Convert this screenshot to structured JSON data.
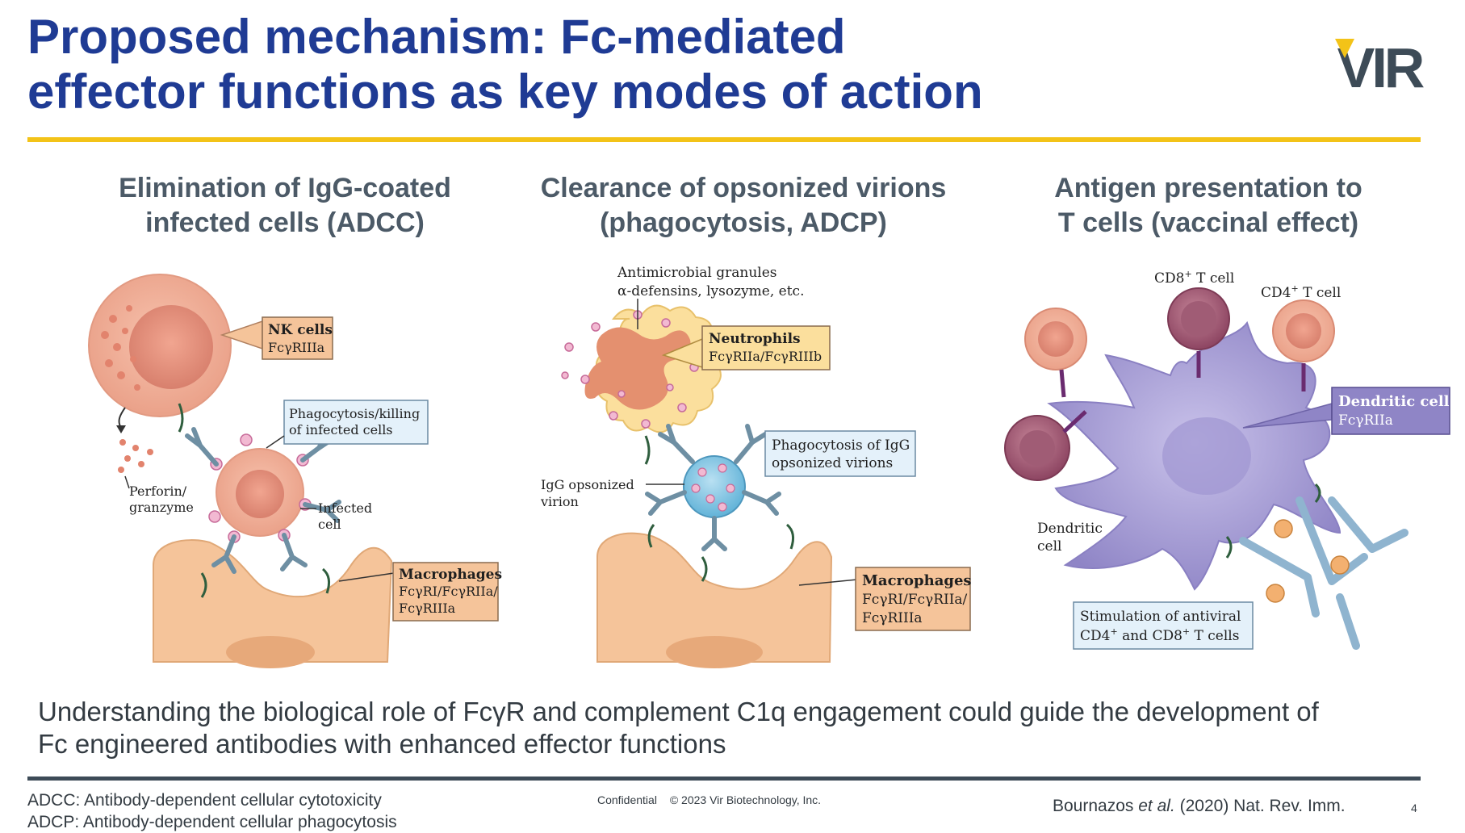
{
  "slide": {
    "title_line1": "Proposed mechanism: Fc-mediated",
    "title_line2": "effector functions as key modes of action",
    "logo_text": "VIR",
    "colors": {
      "title": "#1f3b94",
      "rule": "#f3c318",
      "heading": "#4c5a67",
      "text": "#333b42"
    }
  },
  "panels": [
    {
      "heading_line1": "Elimination of IgG-coated",
      "heading_line2": "infected cells (ADCC)",
      "labels": {
        "nk_title": "NK cells",
        "nk_receptor": "FcγRIIIa",
        "phago_line1": "Phagocytosis/killing",
        "phago_line2": "of infected cells",
        "perforin_line1": "Perforin/",
        "perforin_line2": "granzyme",
        "infected_line1": "Infected",
        "infected_line2": "cell",
        "mac_title": "Macrophages",
        "mac_line2": "FcγRI/FcγRIIa/",
        "mac_line3": "FcγRIIIa"
      }
    },
    {
      "heading_line1": "Clearance of opsonized virions",
      "heading_line2": "(phagocytosis, ADCP)",
      "labels": {
        "granules_line1": "Antimicrobial granules",
        "granules_line2": "α-defensins, lysozyme, etc.",
        "neut_title": "Neutrophils",
        "neut_receptor": "FcγRIIa/FcγRIIIb",
        "phago_line1": "Phagocytosis of IgG",
        "phago_line2": "opsonized virions",
        "virion_line1": "IgG opsonized",
        "virion_line2": "virion",
        "mac_title": "Macrophages",
        "mac_line2": "FcγRI/FcγRIIa/",
        "mac_line3": "FcγRIIIa"
      }
    },
    {
      "heading_line1": "Antigen presentation to",
      "heading_line2": "T cells (vaccinal effect)",
      "labels": {
        "cd8_prefix": "CD8",
        "cd8_sup": "+",
        "cd8_suffix": " T cell",
        "cd4_prefix": "CD4",
        "cd4_sup": "+",
        "cd4_suffix": " T cell",
        "dc_box_title": "Dendritic cell",
        "dc_box_receptor": "FcγRIIa",
        "dc_line1": "Dendritic",
        "dc_line2": "cell",
        "stim_line1": "Stimulation of antiviral",
        "stim_cd4": "CD4",
        "stim_sup1": "+",
        "stim_and": " and CD8",
        "stim_sup2": "+",
        "stim_tail": " T cells"
      }
    }
  ],
  "summary": {
    "line1": "Understanding the biological role of FcγR and complement C1q engagement could guide the development of",
    "line2": "Fc engineered antibodies with enhanced effector functions"
  },
  "footer": {
    "abbr_adcc": "ADCC: Antibody-dependent cellular cytotoxicity",
    "abbr_adcp": "ADCP: Antibody-dependent cellular phagocytosis",
    "confidential": "Confidential",
    "copyright": "© 2023 Vir Biotechnology, Inc.",
    "cite_author": "Bournazos",
    "cite_etal": "et al.",
    "cite_rest": " (2020) Nat. Rev. Imm.",
    "page_number": "4"
  }
}
